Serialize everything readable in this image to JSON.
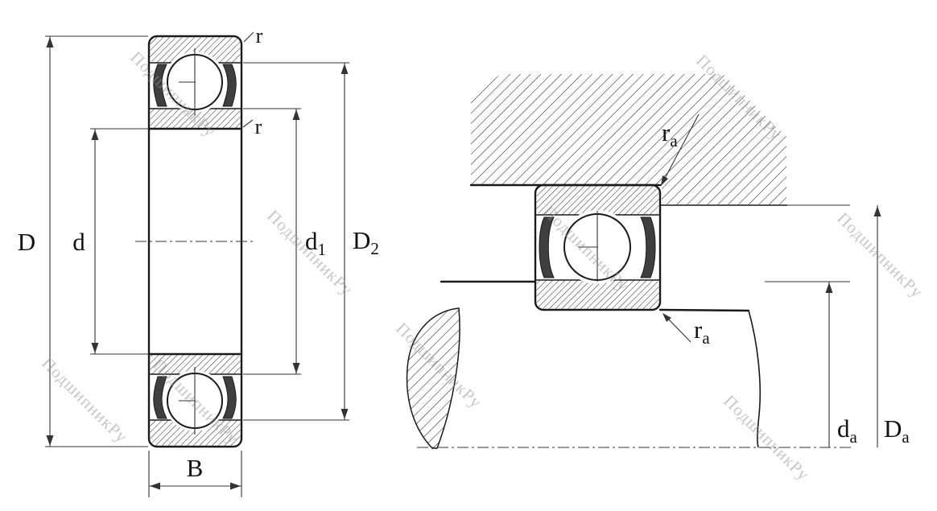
{
  "drawing": {
    "watermark": "ПодшипникРу",
    "left_view": {
      "outer_diameter": "D",
      "bore_diameter": "d",
      "shoulder_d1": {
        "base": "d",
        "sub": "1"
      },
      "recess_D2": {
        "base": "D",
        "sub": "2"
      },
      "width": "B",
      "corner_radius_top": "r",
      "corner_radius_inner": "r"
    },
    "right_view": {
      "housing_fillet": {
        "base": "r",
        "sub": "a"
      },
      "shaft_fillet": {
        "base": "r",
        "sub": "a"
      },
      "shaft_abutment": {
        "base": "d",
        "sub": "a"
      },
      "housing_abutment": {
        "base": "D",
        "sub": "a"
      }
    }
  }
}
